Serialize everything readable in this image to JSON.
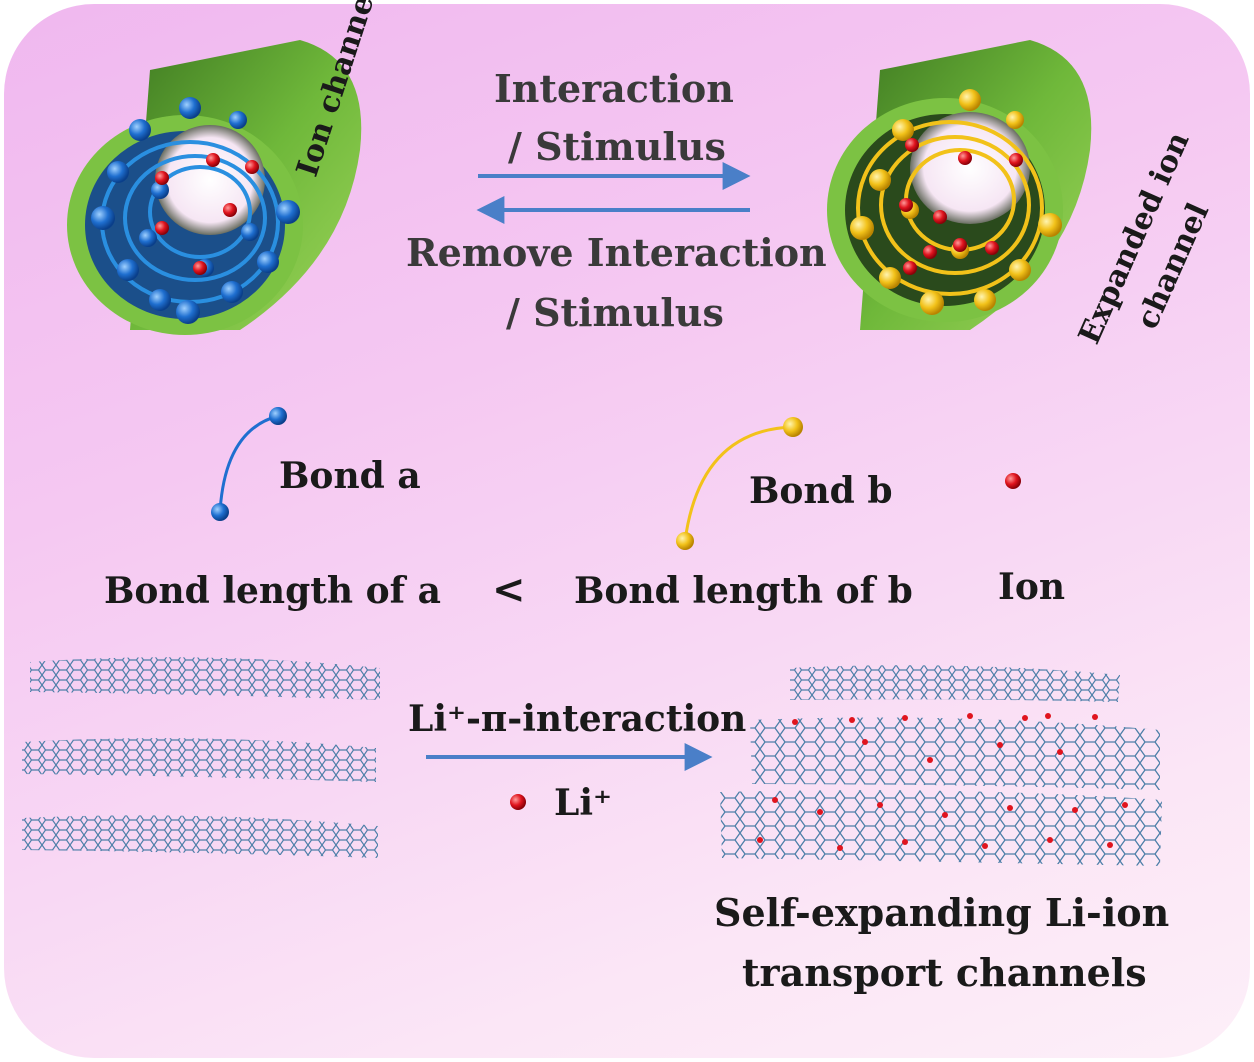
{
  "top": {
    "arrow_forward_top": "Interaction",
    "arrow_forward_bottom": "/ Stimulus",
    "arrow_back_top": "Remove Interaction",
    "arrow_back_bottom": "/ Stimulus",
    "left_channel_label": "Ion channel",
    "right_channel_label_line1": "Expanded ion",
    "right_channel_label_line2": "channel"
  },
  "legend": {
    "bond_a": "Bond a",
    "bond_b": "Bond b",
    "bond_length_a": "Bond length of a",
    "less_than": "<",
    "bond_length_b": "Bond length of b",
    "ion": "Ion"
  },
  "bottom": {
    "interaction_label": "Li⁺-π-interaction",
    "li_label": "Li⁺",
    "result_line1": "Self-expanding Li-ion",
    "result_line2": "transport channels"
  },
  "colors": {
    "bond_a": "#1f6fd0",
    "bond_b": "#f2c21a",
    "ion": "#e0141e",
    "tube": "#6fb83a",
    "arrow": "#4a7fc8",
    "sheet": "#4d7fa8"
  }
}
